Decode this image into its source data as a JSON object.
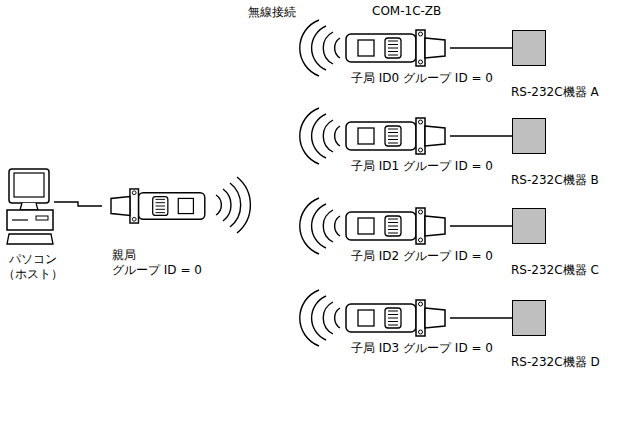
{
  "diagram": {
    "nodes": [
      {
        "text": [
          "パソコン",
          "（ホスト）"
        ]
      },
      {
        "text": [
          "親局",
          "グループ ID = 0"
        ]
      },
      {
        "text": [
          "子局 ID0 グループ ID = 0"
        ]
      },
      {
        "text": [
          "子局 ID1 グループ ID = 0"
        ]
      },
      {
        "text": [
          "子局 ID2 グループ ID = 0"
        ]
      },
      {
        "text": [
          "子局 ID3 グループ ID = 0"
        ]
      },
      {
        "text": [
          "RS-232C機器 A"
        ]
      },
      {
        "text": [
          "RS-232C機器 B"
        ]
      },
      {
        "text": [
          "RS-232C機器 C"
        ]
      },
      {
        "text": [
          "RS-232C機器 D"
        ]
      }
    ],
    "edges": [
      {
        "from": 0,
        "to": 1,
        "arrow": "none"
      },
      {
        "from": 2,
        "to": 6,
        "arrow": "none"
      },
      {
        "from": 3,
        "to": 7,
        "arrow": "none"
      },
      {
        "from": 4,
        "to": 8,
        "arrow": "none"
      },
      {
        "from": 5,
        "to": 9,
        "arrow": "none"
      }
    ],
    "labels": [
      "無線接続",
      "COM-1C-ZB"
    ]
  }
}
